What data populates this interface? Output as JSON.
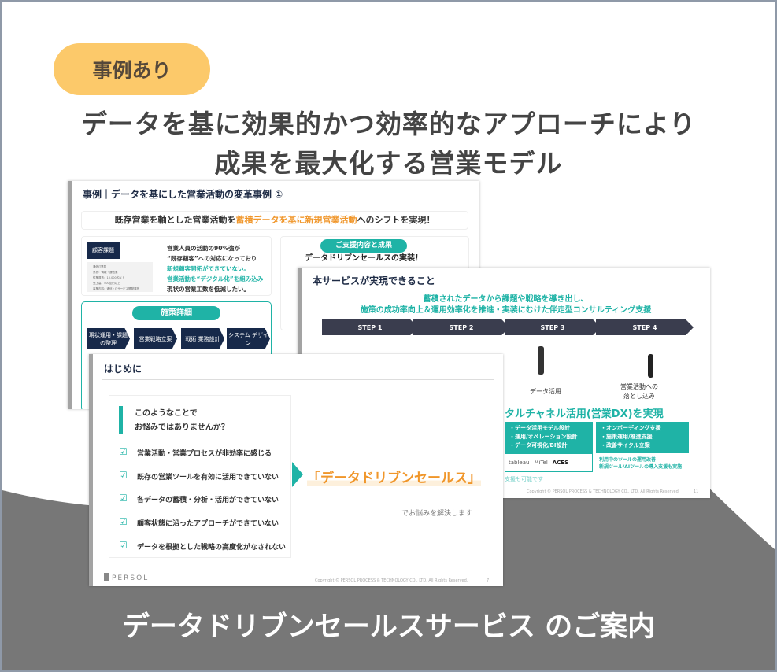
{
  "tag": "事例あり",
  "headline": [
    "データを基に効果的かつ効率的なアプローチにより",
    "成果を最大化する営業モデル"
  ],
  "footer_title": "データドリブンセールスサービス のご案内",
  "slide1": {
    "title": "事例｜データを基にした営業活動の変革事例 ①",
    "banner": {
      "pre": "既存営業を軸とした営業活動を",
      "highlight": "蓄積データを基に新規営業活動",
      "post": "へのシフトを実現！"
    },
    "issue_label": "顧客課題",
    "issue_details": [
      "通信IT業界",
      "業界：情報・通信業",
      "従業員数：10,000名以上",
      "売上高：500億円以上",
      "事業内容：通信・ITサービス開発運営"
    ],
    "points": [
      "営業人員の活動の90%強が",
      "“既存顧客”への対応になっており",
      "新規顧客開拓ができていない。",
      "営業活動を“デジタル化”を組み込み",
      "現状の営業工数を低減したい。"
    ],
    "measures_label": "施策詳細",
    "measures": [
      "現状運用・課題の整理",
      "営業戦略立案",
      "戦術 業務設計",
      "システム デザイン"
    ],
    "support_label": "ご支援内容と成果",
    "support_text": "データドリブンセールスの実装！"
  },
  "slide2": {
    "title": "本サービスが実現できること",
    "lead": [
      "蓄積されたデータから課題や戦略を導き出し、",
      "施策の成功率向上＆運用効率化を推進・実装にむけた伴走型コンサルティング支援"
    ],
    "steps": [
      "STEP 1",
      "STEP 2",
      "STEP 3",
      "STEP 4"
    ],
    "step_captions": [
      "データ活用",
      "営業活動への",
      "落とし込み"
    ],
    "realize": "タルチャネル活用(営業DX)を実現",
    "box_left": [
      "・データ活用モデル設計",
      "・運用/オペレーション設計",
      "・データ可視化/BI設計"
    ],
    "box_right": [
      "・オンボーディング支援",
      "・施策運用/推進支援",
      "・改善サイクル立案"
    ],
    "tools": [
      "tableau",
      "MiTel",
      "ACES"
    ],
    "tool_note": [
      "利用中のツールの運用改善",
      "新規ツール/AIツールの導入支援も実施"
    ],
    "support_note": "支援も可能です",
    "copyright": "Copyright © PERSOL PROCESS & TECHNOLOGY CO., LTD. All Rights Reserved.",
    "page": "11"
  },
  "slide3": {
    "title": "はじめに",
    "question": [
      "このようなことで",
      "お悩みではありませんか？"
    ],
    "items": [
      "営業活動・営業プロセスが非効率に感じる",
      "既存の営業ツールを有効に活用できていない",
      "各データの蓄積・分析・活用ができていない",
      "顧客状態に沿ったアプローチができていない",
      "データを根拠とした戦略の高度化がなされない"
    ],
    "solution": "「データドリブンセールス」",
    "solution_sub": "でお悩みを解決します",
    "logo": "PERSOL",
    "copyright": "Copyright © PERSOL PROCESS & TECHNOLOGY CO., LTD. All Rights Reserved.",
    "page": "7"
  },
  "colors": {
    "tag": "#fcc96a",
    "teal": "#1fb3a6",
    "navy": "#17294a",
    "orange": "#f0962a",
    "bottom": "#777777",
    "frame": "#8f99a8"
  }
}
